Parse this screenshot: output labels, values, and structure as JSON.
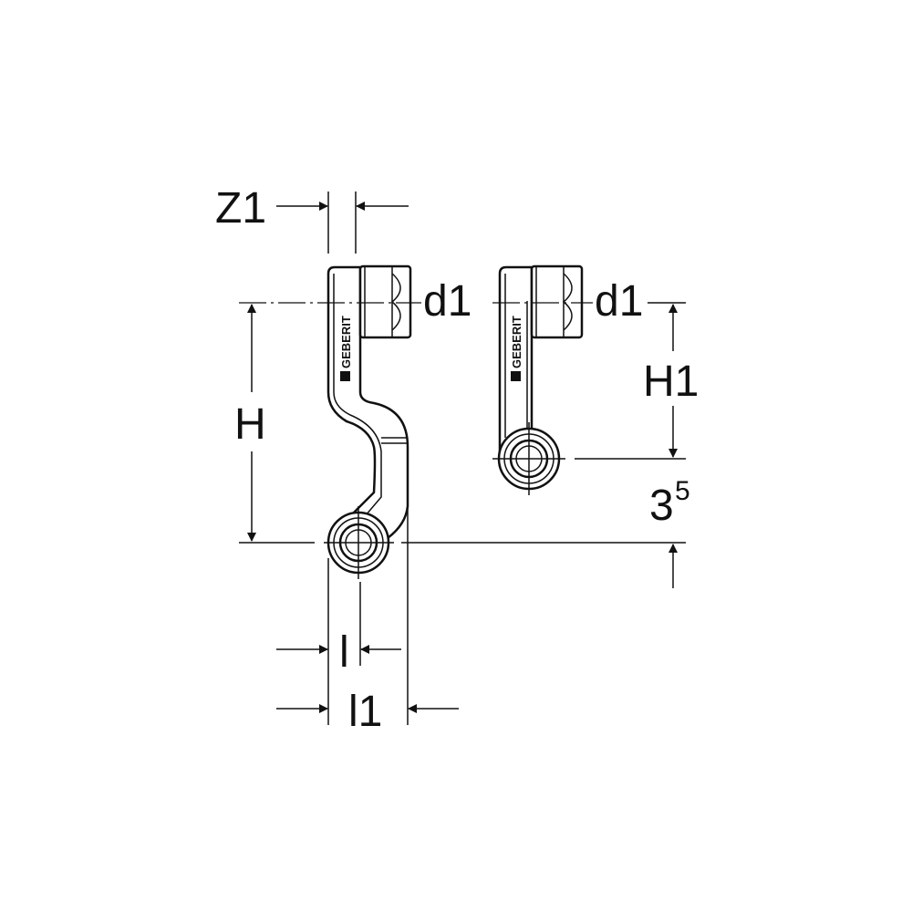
{
  "labels": {
    "z1": "Z1",
    "d1_left": "d1",
    "d1_right": "d1",
    "h": "H",
    "h1": "H1",
    "dim_35_base": "3",
    "dim_35_sup": "5",
    "l": "l",
    "l1": "l1"
  },
  "brand": "GEBERIT",
  "colors": {
    "line": "#111111",
    "background": "#ffffff"
  }
}
